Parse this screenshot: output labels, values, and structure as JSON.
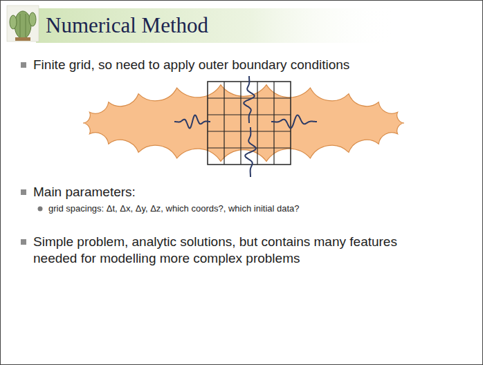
{
  "diagram": {
    "title": "Numerical Method",
    "labels": [
      "Finite grid, so need to apply outer boundary conditions",
      "Main parameters:",
      "grid spacings: Δt, Δx, Δy, Δz, which coords?, which initial data?",
      "Simple problem, analytic solutions, but contains many features needed for modelling more complex problems"
    ]
  }
}
